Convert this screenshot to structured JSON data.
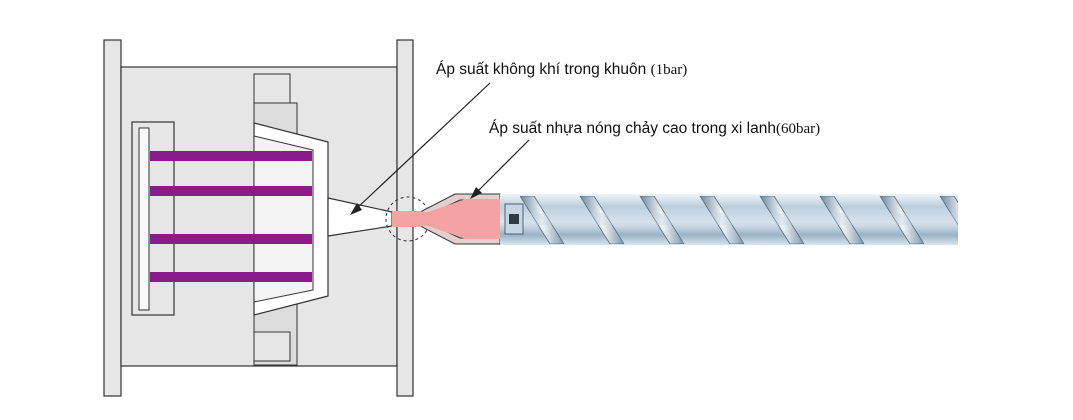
{
  "annotations": {
    "air_pressure": {
      "text": "Áp suất không khí trong khuôn ",
      "value": "(1bar)"
    },
    "melt_pressure": {
      "text": "Áp suất nhựa nóng chảy cao trong xi lanh",
      "value": "(60bar)"
    }
  },
  "colors": {
    "mold_fill": "#e6e6e6",
    "ejector_pins": "#8b1a8b",
    "melt": "#f4a3a3",
    "screw": "#a9c2d3",
    "outline": "#333333"
  }
}
